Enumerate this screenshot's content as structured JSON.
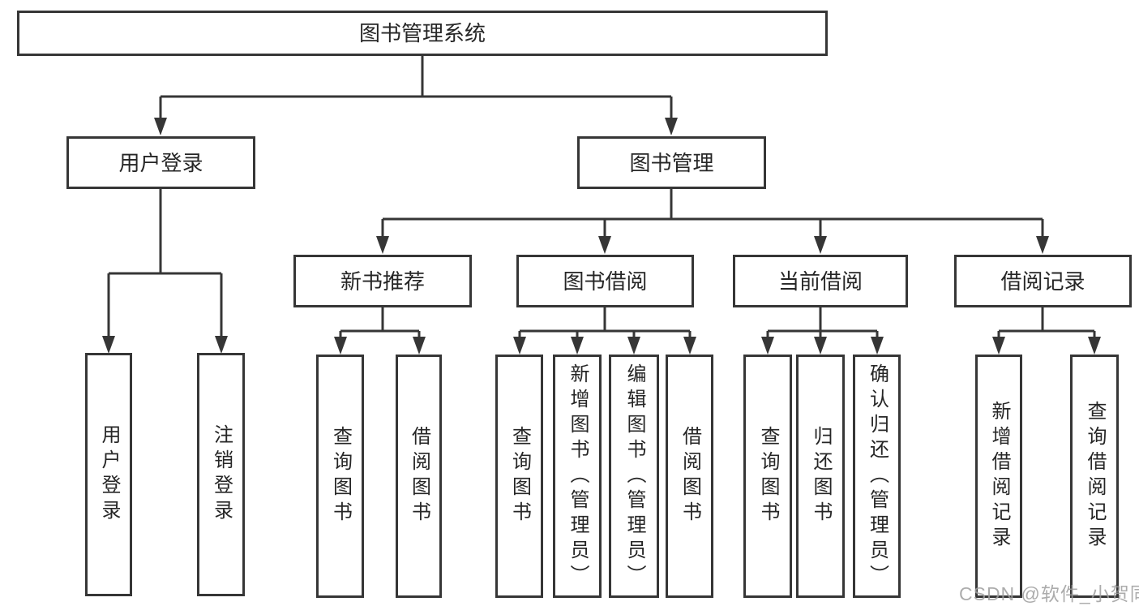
{
  "tree": {
    "root": {
      "label": "图书管理系统"
    },
    "branches": [
      {
        "label": "用户登录",
        "children": [
          {
            "label": "用户登录"
          },
          {
            "label": "注销登录"
          }
        ]
      },
      {
        "label": "图书管理",
        "children": [
          {
            "label": "新书推荐",
            "children": [
              {
                "label": "查询图书"
              },
              {
                "label": "借阅图书"
              }
            ]
          },
          {
            "label": "图书借阅",
            "children": [
              {
                "label": "查询图书"
              },
              {
                "label": "新增图书（管理员）"
              },
              {
                "label": "编辑图书（管理员）"
              },
              {
                "label": "借阅图书"
              }
            ]
          },
          {
            "label": "当前借阅",
            "children": [
              {
                "label": "查询图书"
              },
              {
                "label": "归还图书"
              },
              {
                "label": "确认归还（管理员）"
              }
            ]
          },
          {
            "label": "借阅记录",
            "children": [
              {
                "label": "新增借阅记录"
              },
              {
                "label": "查询借阅记录"
              }
            ]
          }
        ]
      }
    ]
  },
  "watermark": {
    "text": "CSDN @软件_小贺同学"
  },
  "colors": {
    "line": "#363636",
    "box_border": "#363636",
    "text": "#262626",
    "watermark": "#9e9e9e"
  }
}
